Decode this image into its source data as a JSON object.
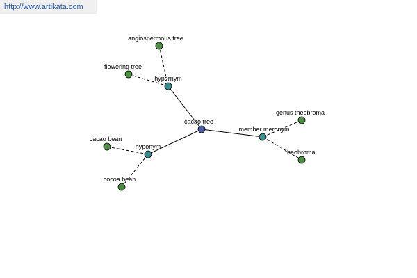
{
  "header": {
    "url": "http://www.artikata.com"
  },
  "colors": {
    "center": "#4a5f9e",
    "relation": "#3d8c8c",
    "leaf": "#4f8f45",
    "url_text": "#2a5caa",
    "url_bg": "#f0f0f0"
  },
  "graph": {
    "nodes": [
      {
        "id": "cacao-tree",
        "label": "cacao tree",
        "kind": "center"
      },
      {
        "id": "hypernym",
        "label": "hypernym",
        "kind": "relation"
      },
      {
        "id": "hyponym",
        "label": "hyponym",
        "kind": "relation"
      },
      {
        "id": "member-meronym",
        "label": "member meronym",
        "kind": "relation"
      },
      {
        "id": "angiospermous-tree",
        "label": "angiospermous tree",
        "kind": "leaf"
      },
      {
        "id": "flowering-tree",
        "label": "flowering tree",
        "kind": "leaf"
      },
      {
        "id": "cacao-bean",
        "label": "cacao bean",
        "kind": "leaf"
      },
      {
        "id": "cocoa-bean",
        "label": "cocoa bean",
        "kind": "leaf"
      },
      {
        "id": "genus-theobroma",
        "label": "genus theobroma",
        "kind": "leaf"
      },
      {
        "id": "theobroma",
        "label": "theobroma",
        "kind": "leaf"
      }
    ],
    "edges": [
      {
        "from": "cacao-tree",
        "to": "hypernym",
        "style": "solid"
      },
      {
        "from": "cacao-tree",
        "to": "hyponym",
        "style": "solid"
      },
      {
        "from": "cacao-tree",
        "to": "member-meronym",
        "style": "solid"
      },
      {
        "from": "hypernym",
        "to": "angiospermous-tree",
        "style": "dashed"
      },
      {
        "from": "hypernym",
        "to": "flowering-tree",
        "style": "dashed"
      },
      {
        "from": "hyponym",
        "to": "cacao-bean",
        "style": "dashed"
      },
      {
        "from": "hyponym",
        "to": "cocoa-bean",
        "style": "dashed"
      },
      {
        "from": "member-meronym",
        "to": "genus-theobroma",
        "style": "dashed"
      },
      {
        "from": "member-meronym",
        "to": "theobroma",
        "style": "dashed"
      }
    ]
  }
}
